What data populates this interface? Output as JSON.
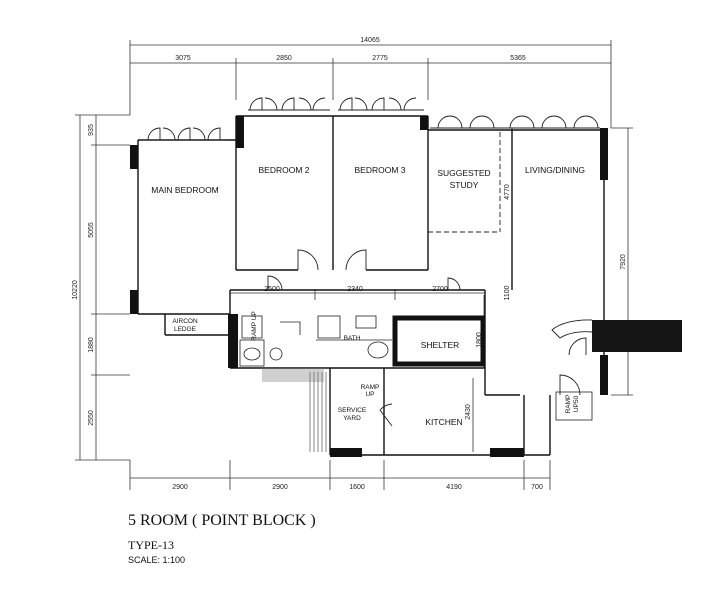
{
  "dimensions": {
    "top_overall": "14065",
    "top": [
      "3075",
      "2850",
      "2775",
      "5365"
    ],
    "bottom": [
      "2900",
      "2900",
      "1600",
      "4190",
      "700"
    ],
    "left_overall": "10220",
    "left": [
      "935",
      "5055",
      "1880",
      "2550"
    ],
    "right": "7920",
    "inner_row": [
      "2500",
      "2340",
      "2700"
    ],
    "study_height": "4770",
    "corridor_a": "1100",
    "corridor_b": "1800",
    "kitchen_height": "2430"
  },
  "rooms": {
    "main_bedroom": "MAIN BEDROOM",
    "bedroom_2": "BEDROOM 2",
    "bedroom_3": "BEDROOM 3",
    "suggested_study_1": "SUGGESTED",
    "suggested_study_2": "STUDY",
    "living_dining": "LIVING/DINING",
    "aircon_ledge_1": "AIRCON",
    "aircon_ledge_2": "LEDGE",
    "shelter": "SHELTER",
    "service_yard_1": "SERVICE",
    "service_yard_2": "YARD",
    "kitchen": "KITCHEN",
    "ramp_up_1": "RAMP",
    "ramp_up_2": "UP",
    "ramp_up50_1": "RAMP",
    "ramp_up50_2": "UP50",
    "ramp_small": "RAMP UP",
    "bath_label": "BATH"
  },
  "caption": {
    "title": "5 ROOM ( POINT BLOCK )",
    "type": "TYPE-13",
    "scale": "SCALE:  1:100"
  }
}
